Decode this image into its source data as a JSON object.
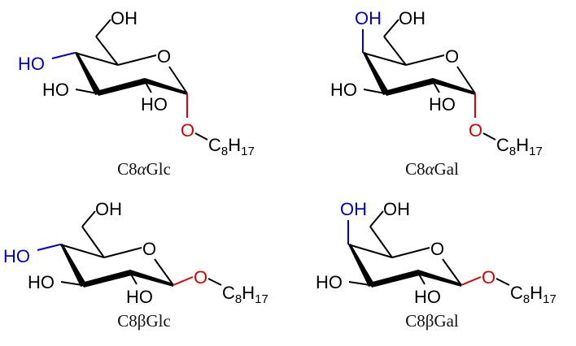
{
  "figure": {
    "colors": {
      "bond": "#000000",
      "highlight_c4_oh": "#0000cc",
      "glycosidic_o": "#dd0000",
      "caption": "#111111"
    },
    "labels": {
      "ring_oxygen": "O",
      "hydroxyl_left": "HO",
      "hydroxyl_right": "OH",
      "glycosidic_oxygen": "O",
      "alkyl_c": "C",
      "alkyl_c_sub": "8",
      "alkyl_h": "H",
      "alkyl_h_sub": "17"
    },
    "compounds": [
      {
        "id": "c8aglc",
        "caption_prefix": "C8",
        "caption_greek": "α",
        "caption_suffix": "Glc",
        "anomer": "alpha",
        "sugar": "glucose"
      },
      {
        "id": "c8agal",
        "caption_prefix": "C8",
        "caption_greek": "α",
        "caption_suffix": "Gal",
        "anomer": "alpha",
        "sugar": "galactose"
      },
      {
        "id": "c8bglc",
        "caption_prefix": "C8",
        "caption_greek": "β",
        "caption_suffix": "Glc",
        "anomer": "beta",
        "sugar": "glucose"
      },
      {
        "id": "c8bgal",
        "caption_prefix": "C8",
        "caption_greek": "β",
        "caption_suffix": "Gal",
        "anomer": "beta",
        "sugar": "galactose"
      }
    ]
  }
}
